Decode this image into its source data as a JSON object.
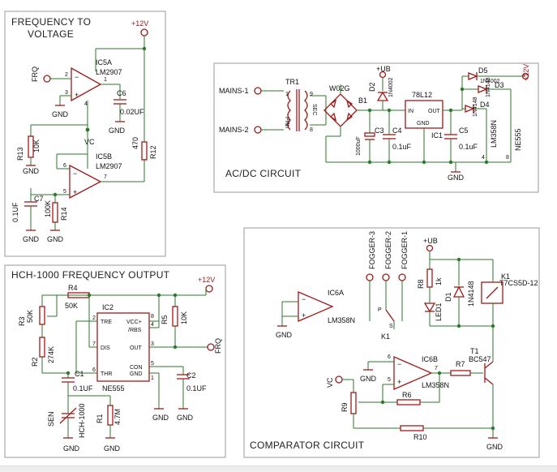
{
  "panels": {
    "fv": {
      "title1": "FREQUENCY TO",
      "title2": "VOLTAGE"
    },
    "acdc": {
      "title": "AC/DC CIRCUIT"
    },
    "hch": {
      "title": "HCH-1000 FREQUENCY OUTPUT"
    },
    "comp": {
      "title": "COMPARATOR CIRCUIT"
    }
  },
  "fv_labels": {
    "v12": "+12V",
    "frq": "FRQ",
    "ic5a": "IC5A",
    "lm2907a": "LM2907",
    "c6": "C6",
    "c6v": "0.02UF",
    "gnd1": "GND",
    "gnd2": "GND",
    "vc": "VC",
    "r13": "R13",
    "r13v": "10K",
    "gnd3": "GND",
    "ic5b": "IC5B",
    "lm2907b": "LM2907",
    "r12": "R12",
    "r12v": "470",
    "c7": "C7",
    "c7v": "0.1UF",
    "r14": "R14",
    "r14v": "100K",
    "gnd4": "GND",
    "gnd5": "GND",
    "p1": "1",
    "p2": "2",
    "p3": "3",
    "p4": "4",
    "p5": "5",
    "p6": "6",
    "p7": "7"
  },
  "acdc_labels": {
    "mains1": "MAINS-1",
    "mains2": "MAINS-2",
    "tr1": "TR1",
    "pri": "PRI",
    "sec": "SEC",
    "w02g": "W02G",
    "b1": "B1",
    "ub": "+UB",
    "d2": "D2",
    "d2v": "1N4002",
    "reg": "78L12",
    "in": "IN",
    "out": "OUT",
    "regnd": "GND",
    "ic1": "IC1",
    "c3": "C3",
    "c3v": "1000uF",
    "c4": "C4",
    "c4v": "0.1uF",
    "c5": "C5",
    "c5v": "0.1uF",
    "d5": "D5",
    "d5v": "1N4002",
    "d3": "D3",
    "d3v": "1N4148",
    "d4": "D4",
    "d4v": "1N4148",
    "v12": "+12V",
    "lm358": "LM358N",
    "ne555": "NE555",
    "p4": "4",
    "p8": "8",
    "gnd": "GND",
    "t1": "1",
    "t5": "5",
    "t9": "9",
    "t8": "8"
  },
  "hch_labels": {
    "v12": "+12V",
    "r4": "R4",
    "r4v": "50K",
    "ic2": "IC2",
    "r3": "R3",
    "r3v": "50K",
    "tre": "TRE",
    "vcc": "VCC+",
    "rbs": "/RBS",
    "dis": "DIS",
    "outp": "OUT",
    "thr": "THR",
    "con": "CON",
    "gnd_pin": "GND",
    "ne555": "NE555",
    "r5": "R5",
    "r5v": "10K",
    "frq": "FRQ",
    "r2": "R2",
    "r2v": "274K",
    "c1": "C1",
    "c1v": "0.1UF",
    "c2": "C2",
    "c2v": "0.1UF",
    "sen": "SEN",
    "hch1000": "HCH-1000",
    "r1": "R1",
    "r1v": "4.7M",
    "gnd1": "GND",
    "gnd2": "GND",
    "gnd3": "GND",
    "gnd4": "GND",
    "p2": "2",
    "p3": "3",
    "p4": "4",
    "p5": "5",
    "p6": "6",
    "p7": "7",
    "p8": "8",
    "p1": "1"
  },
  "comp_labels": {
    "ic6a": "IC6A",
    "lm358a": "LM358N",
    "gnd1": "GND",
    "f3": "FOGGER-3",
    "f2": "FOGGER-2",
    "f1": "FOGGER-1",
    "k1s": "K1",
    "ub": "+UB",
    "r8": "R8",
    "r8v": "1k",
    "d1": "D1",
    "d1v": "1N4148",
    "led": "LED1",
    "k1": "K1",
    "k1v": "T7CS5D-12",
    "vc": "VC",
    "ic6b": "IC6B",
    "lm358b": "LM358N",
    "r7": "R7",
    "t1": "T1",
    "bc547": "BC547",
    "r9": "R9",
    "r6": "R6",
    "r10": "R10",
    "gnd2": "GND",
    "gnd3": "GND",
    "p5": "5",
    "p6": "6",
    "p7": "7",
    "pp": "P",
    "ps": "S"
  }
}
